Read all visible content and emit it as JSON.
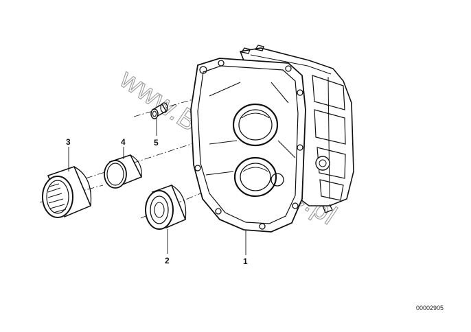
{
  "callouts": {
    "p1": "1",
    "p2": "2",
    "p3": "3",
    "p4": "4",
    "p5": "5"
  },
  "watermark": "www.BMWfanatic.pl",
  "doc_number": "00002905"
}
